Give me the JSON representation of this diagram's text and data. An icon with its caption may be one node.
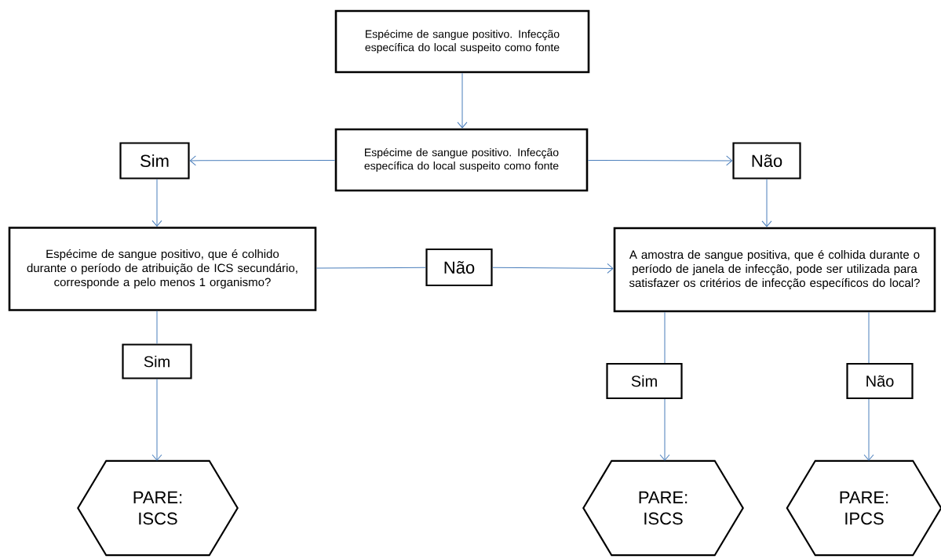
{
  "diagram": {
    "nodes": [
      {
        "text": [
          "Espécime de sangue positivo. Infecção específica do local suspeito como fonte"
        ]
      },
      {
        "text": [
          "Espécime de sangue positivo. Infecção específica do local suspeito como fonte"
        ]
      },
      {
        "text": [
          "Sim"
        ]
      },
      {
        "text": [
          "Não"
        ]
      },
      {
        "text": [
          "Espécime de sangue positivo, que é colhido durante o período de atribuição de ICS secundário, corresponde a pelo menos 1 organismo?"
        ]
      },
      {
        "text": [
          "A amostra de sangue positiva, que é colhida durante o período de janela de infecção, pode ser utilizada para satisfazer os critérios de infecção específicos do local?"
        ]
      },
      {
        "text": [
          "Não"
        ]
      },
      {
        "text": [
          "Sim"
        ]
      },
      {
        "text": [
          "Sim"
        ]
      },
      {
        "text": [
          "Não"
        ]
      },
      {
        "text": [
          "PARE: ISCS"
        ]
      },
      {
        "text": [
          "PARE: ISCS"
        ]
      },
      {
        "text": [
          "PARE: IPCS"
        ]
      }
    ],
    "edges": [
      {
        "from": 0,
        "to": 1,
        "arrow": "to"
      },
      {
        "from": 1,
        "to": 2,
        "arrow": "to"
      },
      {
        "from": 1,
        "to": 3,
        "arrow": "to"
      },
      {
        "from": 2,
        "to": 4,
        "arrow": "to"
      },
      {
        "from": 3,
        "to": 5,
        "arrow": "to"
      },
      {
        "from": 4,
        "to": 6,
        "arrow": "none"
      },
      {
        "from": 6,
        "to": 5,
        "arrow": "to"
      },
      {
        "from": 4,
        "to": 7,
        "arrow": "none"
      },
      {
        "from": 7,
        "to": 10,
        "arrow": "to"
      },
      {
        "from": 5,
        "to": 8,
        "arrow": "none"
      },
      {
        "from": 8,
        "to": 11,
        "arrow": "to"
      },
      {
        "from": 5,
        "to": 9,
        "arrow": "none"
      },
      {
        "from": 9,
        "to": 12,
        "arrow": "to"
      }
    ]
  }
}
